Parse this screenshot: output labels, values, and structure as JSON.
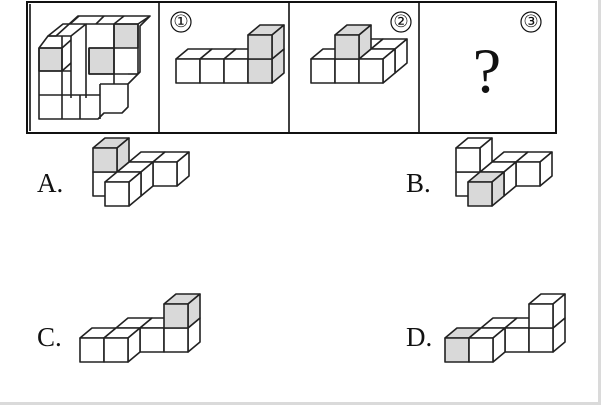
{
  "panels": [
    {
      "id": "reference",
      "number": ""
    },
    {
      "id": "view-1",
      "number": "①"
    },
    {
      "id": "view-2",
      "number": "②"
    },
    {
      "id": "view-3",
      "number": "③",
      "placeholder": "?"
    }
  ],
  "options": [
    {
      "letter": "A."
    },
    {
      "letter": "B."
    },
    {
      "letter": "C."
    },
    {
      "letter": "D."
    }
  ],
  "colors": {
    "face": "#ffffff",
    "shaded": "#d9d9d9",
    "line": "#222222"
  },
  "figures": {
    "view1": [
      [
        0,
        0,
        0,
        0
      ],
      [
        1,
        0,
        0,
        0
      ],
      [
        2,
        0,
        0,
        0
      ],
      [
        3,
        0,
        0,
        1
      ],
      [
        3,
        0,
        1,
        1
      ]
    ],
    "view2": [
      [
        0,
        0,
        0,
        0
      ],
      [
        1,
        0,
        0,
        0
      ],
      [
        2,
        0,
        0,
        0
      ],
      [
        1,
        0,
        1,
        1
      ],
      [
        1,
        1,
        0,
        0
      ],
      [
        2,
        1,
        0,
        0
      ]
    ],
    "optA": [
      [
        0,
        0,
        0,
        0
      ],
      [
        0,
        0,
        1,
        1
      ],
      [
        1,
        0,
        0,
        0
      ],
      [
        1,
        1,
        0,
        0
      ],
      [
        2,
        1,
        0,
        0
      ],
      [
        1,
        -1,
        0,
        0
      ]
    ],
    "optB": [
      [
        0,
        0,
        0,
        0
      ],
      [
        0,
        0,
        1,
        0
      ],
      [
        1,
        0,
        0,
        0
      ],
      [
        1,
        1,
        0,
        0
      ],
      [
        2,
        1,
        0,
        0
      ],
      [
        1,
        -1,
        0,
        1
      ]
    ],
    "optC": [
      [
        0,
        0,
        0,
        0
      ],
      [
        1,
        0,
        0,
        0
      ],
      [
        1,
        1,
        0,
        0
      ],
      [
        2,
        1,
        0,
        0
      ],
      [
        3,
        1,
        0,
        0
      ],
      [
        3,
        1,
        1,
        1
      ]
    ],
    "optD": [
      [
        0,
        0,
        0,
        1
      ],
      [
        1,
        0,
        0,
        0
      ],
      [
        1,
        1,
        0,
        0
      ],
      [
        2,
        1,
        0,
        0
      ],
      [
        3,
        1,
        0,
        0
      ],
      [
        3,
        1,
        1,
        0
      ]
    ]
  }
}
